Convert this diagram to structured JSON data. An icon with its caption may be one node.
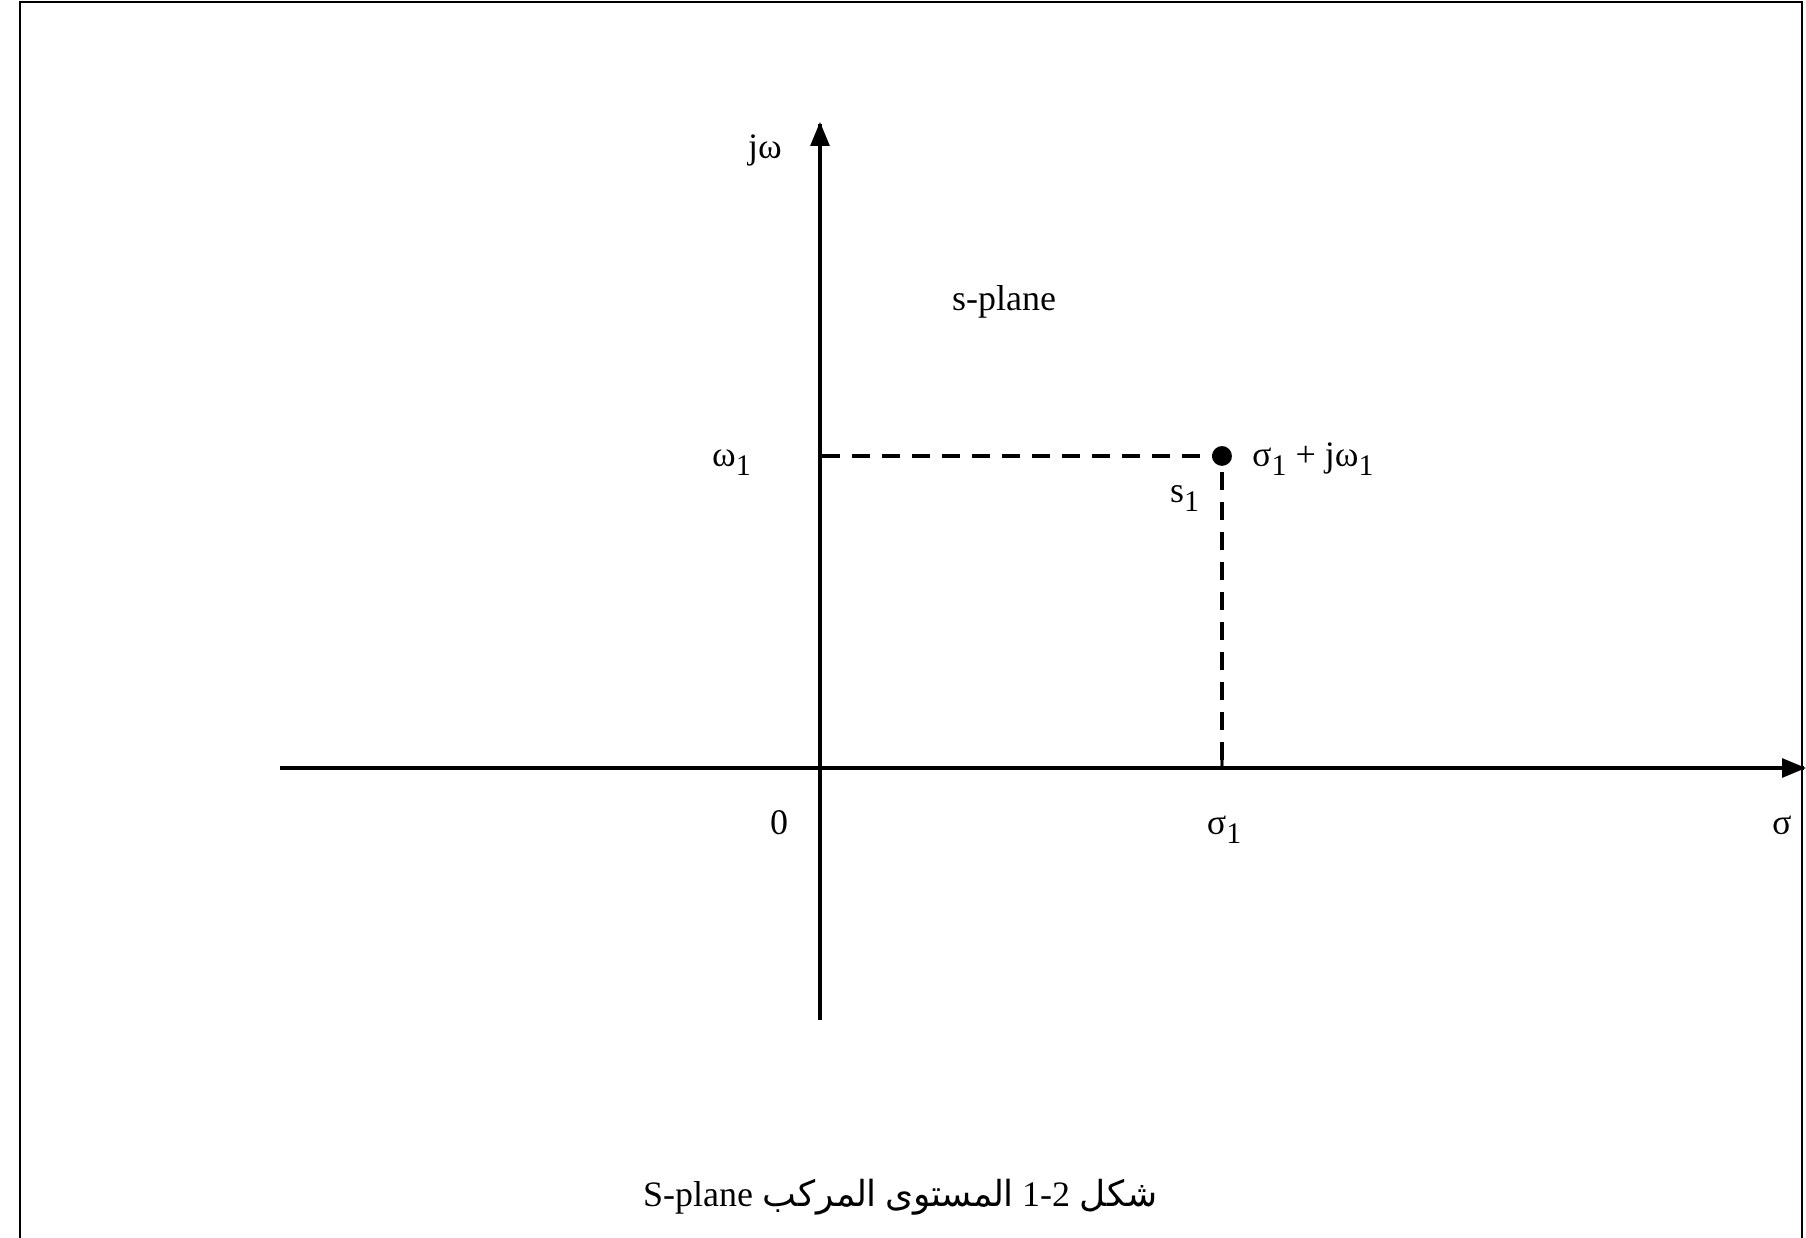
{
  "diagram": {
    "caption": "شكل 2-1 المستوى المركب S-plane",
    "labels": [
      "jω",
      "s-plane",
      "ω$_{1}$",
      "σ$_{1}$ + jω$_{1}$",
      "s$_{1}$",
      "0",
      "σ$_{1}$",
      "σ"
    ]
  }
}
